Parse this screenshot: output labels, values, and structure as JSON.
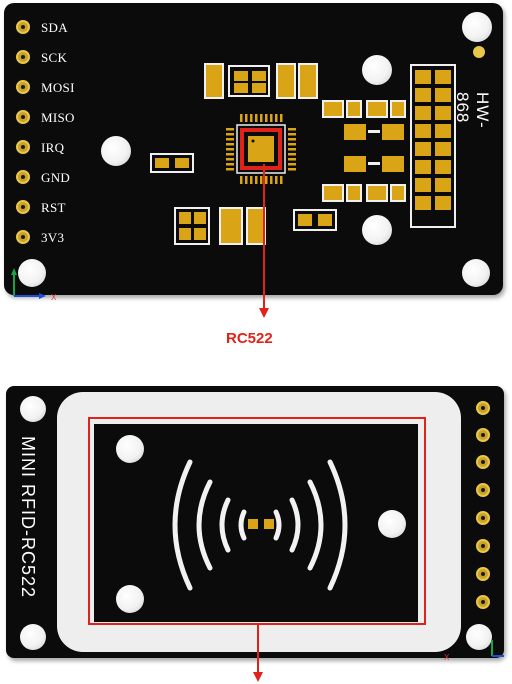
{
  "top_board": {
    "pins": [
      "SDA",
      "SCK",
      "MOSI",
      "MISO",
      "IRQ",
      "GND",
      "RST",
      "3V3"
    ],
    "model": "HW-868",
    "axis_x_label": "X"
  },
  "chip_callout": {
    "label": "RC522"
  },
  "bottom_board": {
    "title": "MINI RFID-RC522"
  },
  "colors": {
    "board": "#0b0b0b",
    "pad_gold": "#d9a416",
    "callout_red": "#e0231a",
    "antenna_frame": "#eeeeee"
  }
}
